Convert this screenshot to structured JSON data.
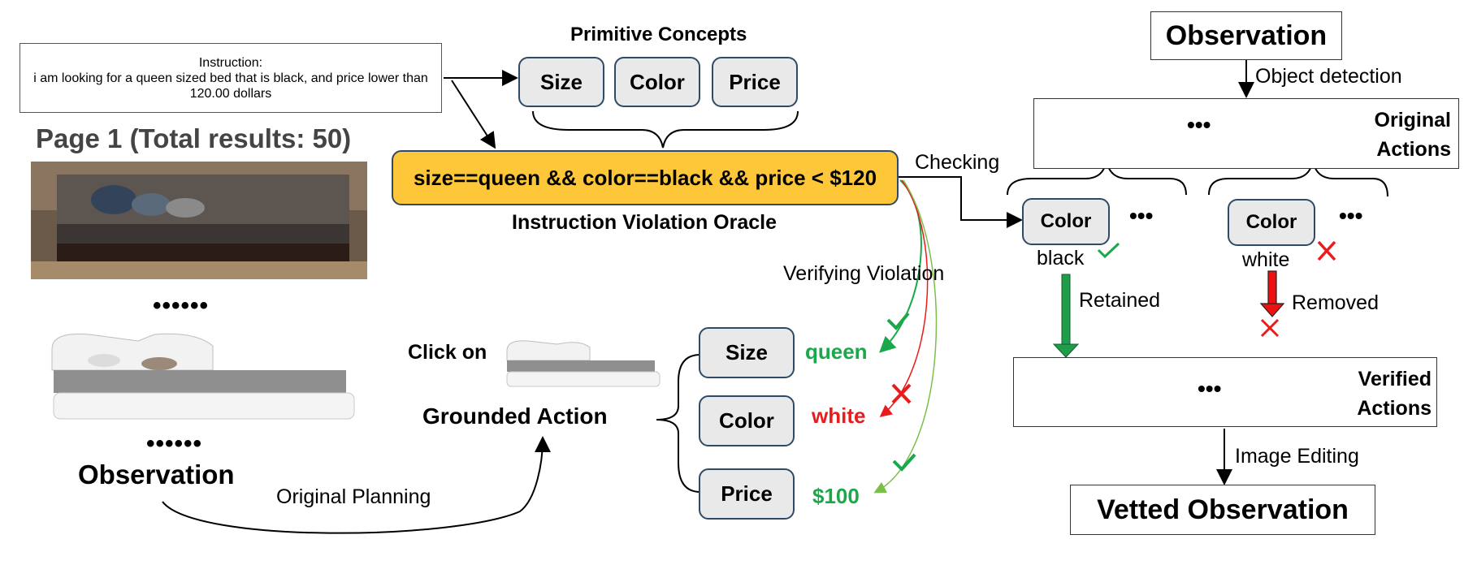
{
  "instruction": {
    "heading": "Instruction:",
    "text": "i am looking for a queen sized bed that is black, and price lower than 120.00 dollars"
  },
  "primitive": {
    "title": "Primitive Concepts",
    "items": [
      "Size",
      "Color",
      "Price"
    ]
  },
  "oracle": {
    "expression": "size==queen && color==black && price < $120",
    "label": "Instruction Violation Oracle"
  },
  "page": {
    "title": "Page 1 (Total results: 50)",
    "dots_top": "••••••",
    "dots_bottom": "••••••",
    "observation_label": "Observation"
  },
  "grounded": {
    "click_on": "Click on",
    "label": "Grounded Action",
    "planning_label": "Original Planning"
  },
  "verify": {
    "label": "Verifying Violation",
    "attributes": [
      {
        "name": "Size",
        "value": "queen",
        "status": "pass"
      },
      {
        "name": "Color",
        "value": "white",
        "status": "fail"
      },
      {
        "name": "Price",
        "value": "$100",
        "status": "pass"
      }
    ]
  },
  "right": {
    "observation": "Observation",
    "object_detection": "Object detection",
    "original_actions": "Original\nActions",
    "checking": "Checking",
    "dots": "•••",
    "color_box": "Color",
    "black_label": "black",
    "white_label": "white",
    "retained": "Retained",
    "removed": "Removed",
    "verified_actions": "Verified\nActions",
    "image_editing": "Image Editing",
    "vetted": "Vetted Observation"
  },
  "colors": {
    "oracle_fill": "#fec73a",
    "box_fill": "#e9e9ea",
    "box_border": "#2f4a66",
    "green": "#19a84a",
    "red": "#ea1b1b"
  }
}
